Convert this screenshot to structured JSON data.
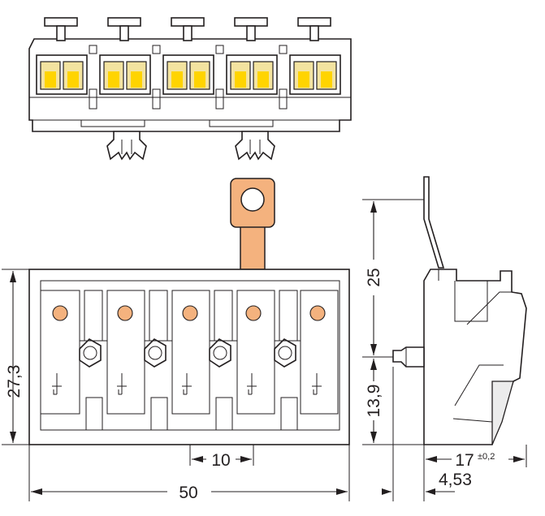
{
  "colors": {
    "line": "#231f20",
    "copper_tab": "#f4b27e",
    "clamp_yellow": "#ffd400",
    "background": "#ffffff"
  },
  "dimensions": {
    "overall_width": "50",
    "overall_height": "27,3",
    "pitch": "10",
    "side_depth": "17",
    "side_depth_tolerance": "±0,2",
    "pin_offset": "4,53",
    "tab_height": "25",
    "pin_height": "13,9"
  }
}
